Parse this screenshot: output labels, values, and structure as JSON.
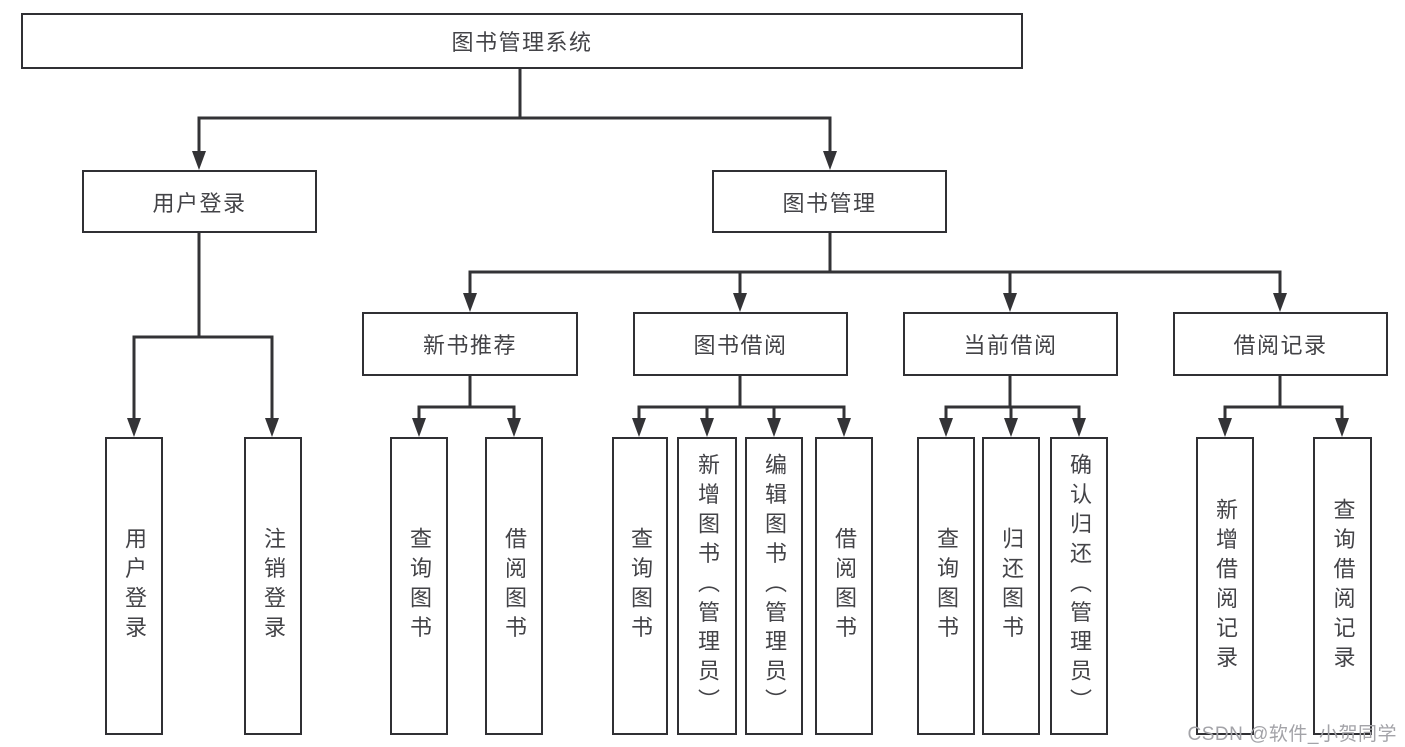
{
  "diagram": {
    "root": {
      "label": "图书管理系统"
    },
    "branches": [
      {
        "label": "用户登录",
        "children": [
          {
            "label": "用户登录"
          },
          {
            "label": "注销登录"
          }
        ]
      },
      {
        "label": "图书管理",
        "children": [
          {
            "label": "新书推荐",
            "children": [
              {
                "label": "查询图书"
              },
              {
                "label": "借阅图书"
              }
            ]
          },
          {
            "label": "图书借阅",
            "children": [
              {
                "label": "查询图书"
              },
              {
                "label": "新增图书（管理员）"
              },
              {
                "label": "编辑图书（管理员）"
              },
              {
                "label": "借阅图书"
              }
            ]
          },
          {
            "label": "当前借阅",
            "children": [
              {
                "label": "查询图书"
              },
              {
                "label": "归还图书"
              },
              {
                "label": "确认归还（管理员）"
              }
            ]
          },
          {
            "label": "借阅记录",
            "children": [
              {
                "label": "新增借阅记录"
              },
              {
                "label": "查询借阅记录"
              }
            ]
          }
        ]
      }
    ]
  },
  "watermark": {
    "text": "CSDN @软件_小贺同学"
  },
  "colors": {
    "line": "#333336",
    "border": "#303034",
    "text": "#434347",
    "background": "#ffffff",
    "watermark": "#a3a3a8"
  }
}
